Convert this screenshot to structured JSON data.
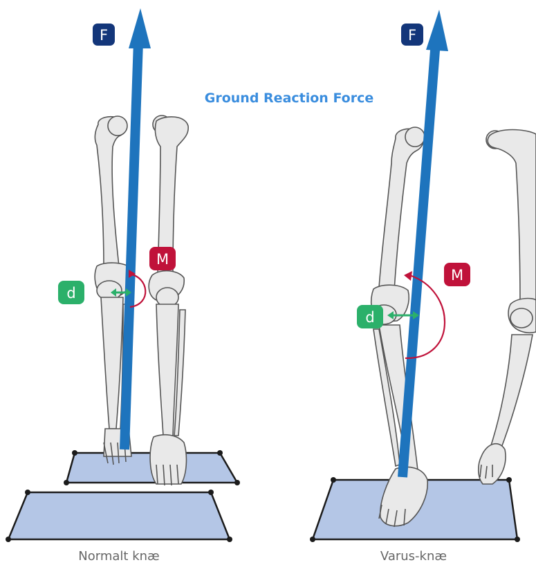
{
  "title": "Ground Reaction Force",
  "labels": {
    "force": "F",
    "moment": "M",
    "distance": "d"
  },
  "captions": {
    "left": "Normalt knæ",
    "right": "Varus-knæ"
  },
  "colors": {
    "force_arrow": "#1e74bd",
    "force_badge": "#13367a",
    "moment": "#c0123a",
    "distance": "#2bb06a",
    "plate_fill": "#b4c6e6",
    "plate_stroke": "#1b1b1b",
    "bone_fill": "#e9e9e9",
    "bone_stroke": "#555555",
    "title": "#3a8dde",
    "caption": "#666666"
  }
}
